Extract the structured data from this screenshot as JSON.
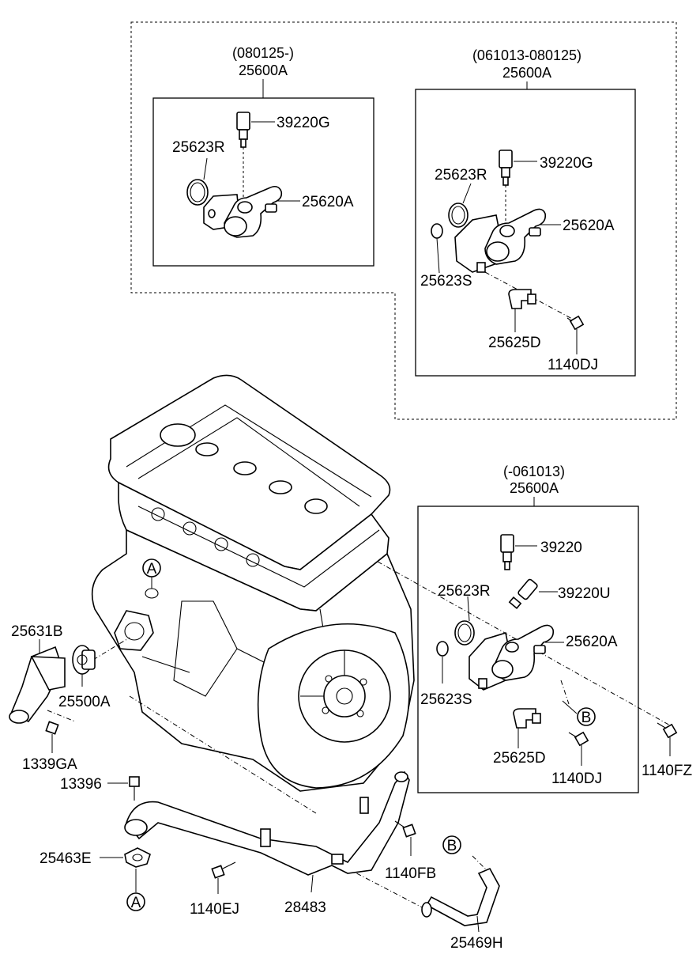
{
  "variants": {
    "top_left": {
      "date_range": "(080125-)",
      "assembly": "25600A"
    },
    "top_right": {
      "date_range": "(061013-080125)",
      "assembly": "25600A"
    },
    "bottom_right": {
      "date_range": "(-061013)",
      "assembly": "25600A"
    }
  },
  "labels": {
    "tl_sensor": "39220G",
    "tl_gasket": "25623R",
    "tl_housing": "25620A",
    "tr_sensor": "39220G",
    "tr_gasket": "25623R",
    "tr_housing": "25620A",
    "tr_oring": "25623S",
    "tr_bracket": "25625D",
    "tr_bolt": "1140DJ",
    "br_sensor": "39220",
    "br_sensor2": "39220U",
    "br_gasket": "25623R",
    "br_housing": "25620A",
    "br_oring": "25623S",
    "br_bracket": "25625D",
    "br_bolt": "1140DJ",
    "bolt_fz": "1140FZ",
    "inlet": "25631B",
    "thermostat": "25500A",
    "nut": "1339GA",
    "stud": "13396",
    "gasket_e": "25463E",
    "bolt_ej": "1140EJ",
    "pipe": "28483",
    "bolt_fb": "1140FB",
    "hose": "25469H"
  },
  "markers": {
    "a_engine": "A",
    "a_bottom": "A",
    "b_right": "B",
    "b_hose": "B"
  }
}
